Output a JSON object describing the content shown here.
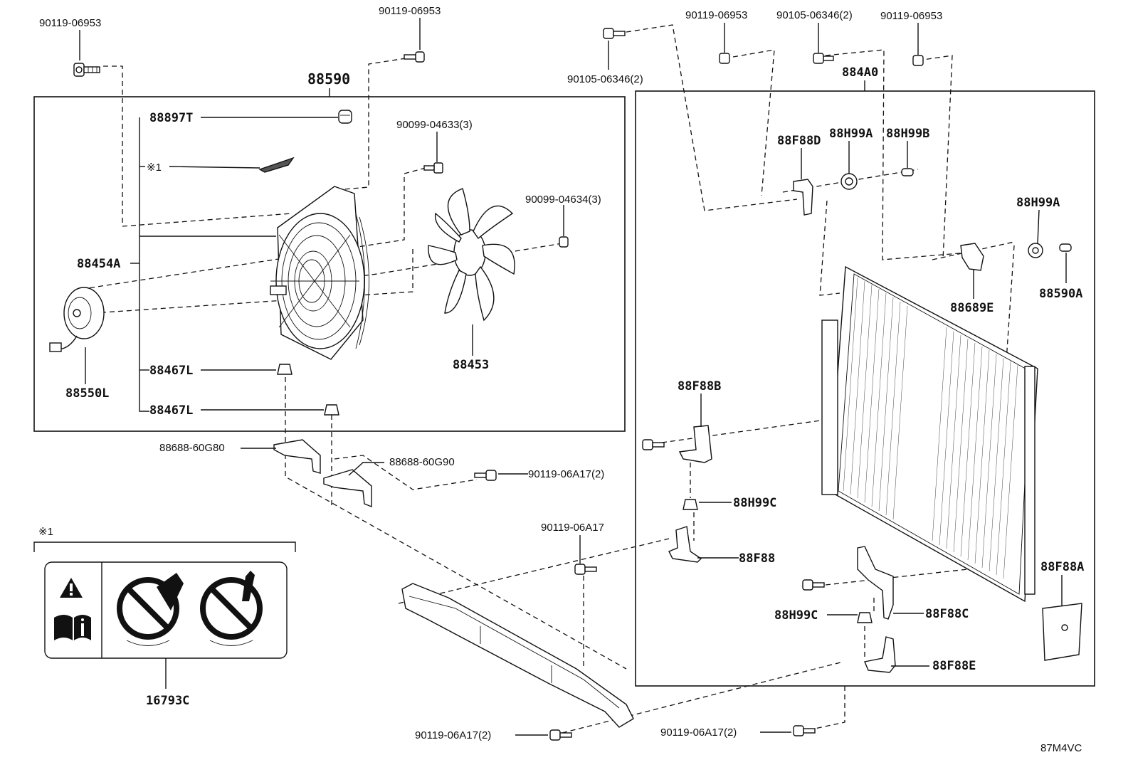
{
  "labels": {
    "bolt_top_left": "90119-06953",
    "bolt_top_mid": "90119-06953",
    "frame_left_title": "88590",
    "fan_shroud_cap": "88897T",
    "caution_label_ref": "※1",
    "screw_shroud": "90099-04633(3)",
    "nut_fan": "90099-04634(3)",
    "shroud_assy": "88454A",
    "fan_motor": "88550L",
    "fan_blade": "88453",
    "cushion_upper": "88467L",
    "cushion_lower": "88467L",
    "bracket_left": "88688-60G80",
    "bracket_right": "88688-60G90",
    "bolt_bracket": "90119-06A17(2)",
    "bolt_support": "90119-06A17",
    "bolt_bottom_left": "90119-06A17(2)",
    "bolt_bottom_right": "90119-06A17(2)",
    "caution_group_ref": "※1",
    "caution_label_part": "16793C",
    "bolt_top_1": "90119-06953",
    "nut_top": "90105-06346(2)",
    "bolt_top_2": "90119-06953",
    "nut_top_left": "90105-06346(2)",
    "frame_right_title": "884A0",
    "bracket_88F88D": "88F88D",
    "cushion_88H99A_top": "88H99A",
    "collar_88H99B": "88H99B",
    "cushion_88H99A_right": "88H99A",
    "bracket_88689E": "88689E",
    "collar_88590A": "88590A",
    "bracket_88F88B": "88F88B",
    "cushion_88H99C_upper": "88H99C",
    "bracket_88F88": "88F88",
    "cushion_88H99C_lower": "88H99C",
    "bracket_88F88C": "88F88C",
    "bracket_88F88E": "88F88E",
    "bracket_88F88A": "88F88A",
    "drawing_code": "87M4VC"
  }
}
